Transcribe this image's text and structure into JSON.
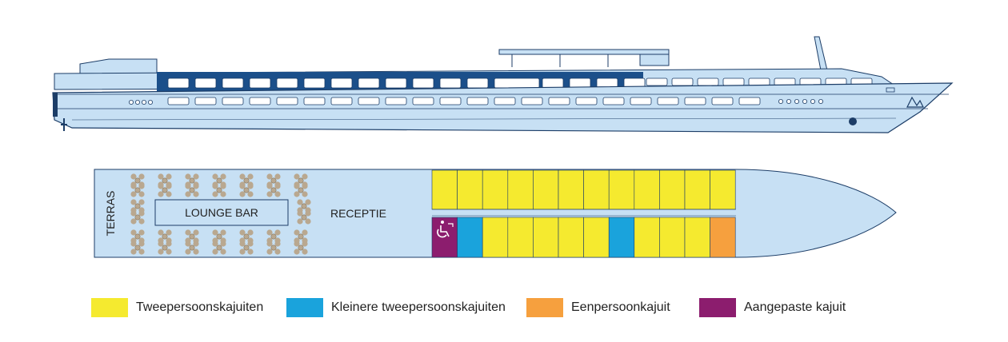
{
  "deck": {
    "terras_label": "TERRAS",
    "lounge_label": "LOUNGE BAR",
    "reception_label": "RECEPTIE",
    "accessible_icon": "wheelchair-icon"
  },
  "colors": {
    "hull": "#c7e0f4",
    "outline": "#1c3d67",
    "window_band": "#1b4f8a",
    "double": "#f5ea2f",
    "small_double": "#1aa3dc",
    "single": "#f6a03e",
    "adapted": "#8c1d6e",
    "table": "#b9a890"
  },
  "cabins": {
    "top_row": [
      "double",
      "double",
      "double",
      "double",
      "double",
      "double",
      "double",
      "double",
      "double",
      "double",
      "double",
      "double"
    ],
    "bottom_row": [
      "adapted",
      "small_double",
      "double",
      "double",
      "double",
      "double",
      "double",
      "small_double",
      "double",
      "double",
      "double",
      "single"
    ]
  },
  "legend": [
    {
      "key": "double",
      "label": "Tweepersoonskajuiten"
    },
    {
      "key": "small_double",
      "label": "Kleinere tweepersoonskajuiten"
    },
    {
      "key": "single",
      "label": "Eenpersoonkajuit"
    },
    {
      "key": "adapted",
      "label": "Aangepaste kajuit"
    }
  ]
}
